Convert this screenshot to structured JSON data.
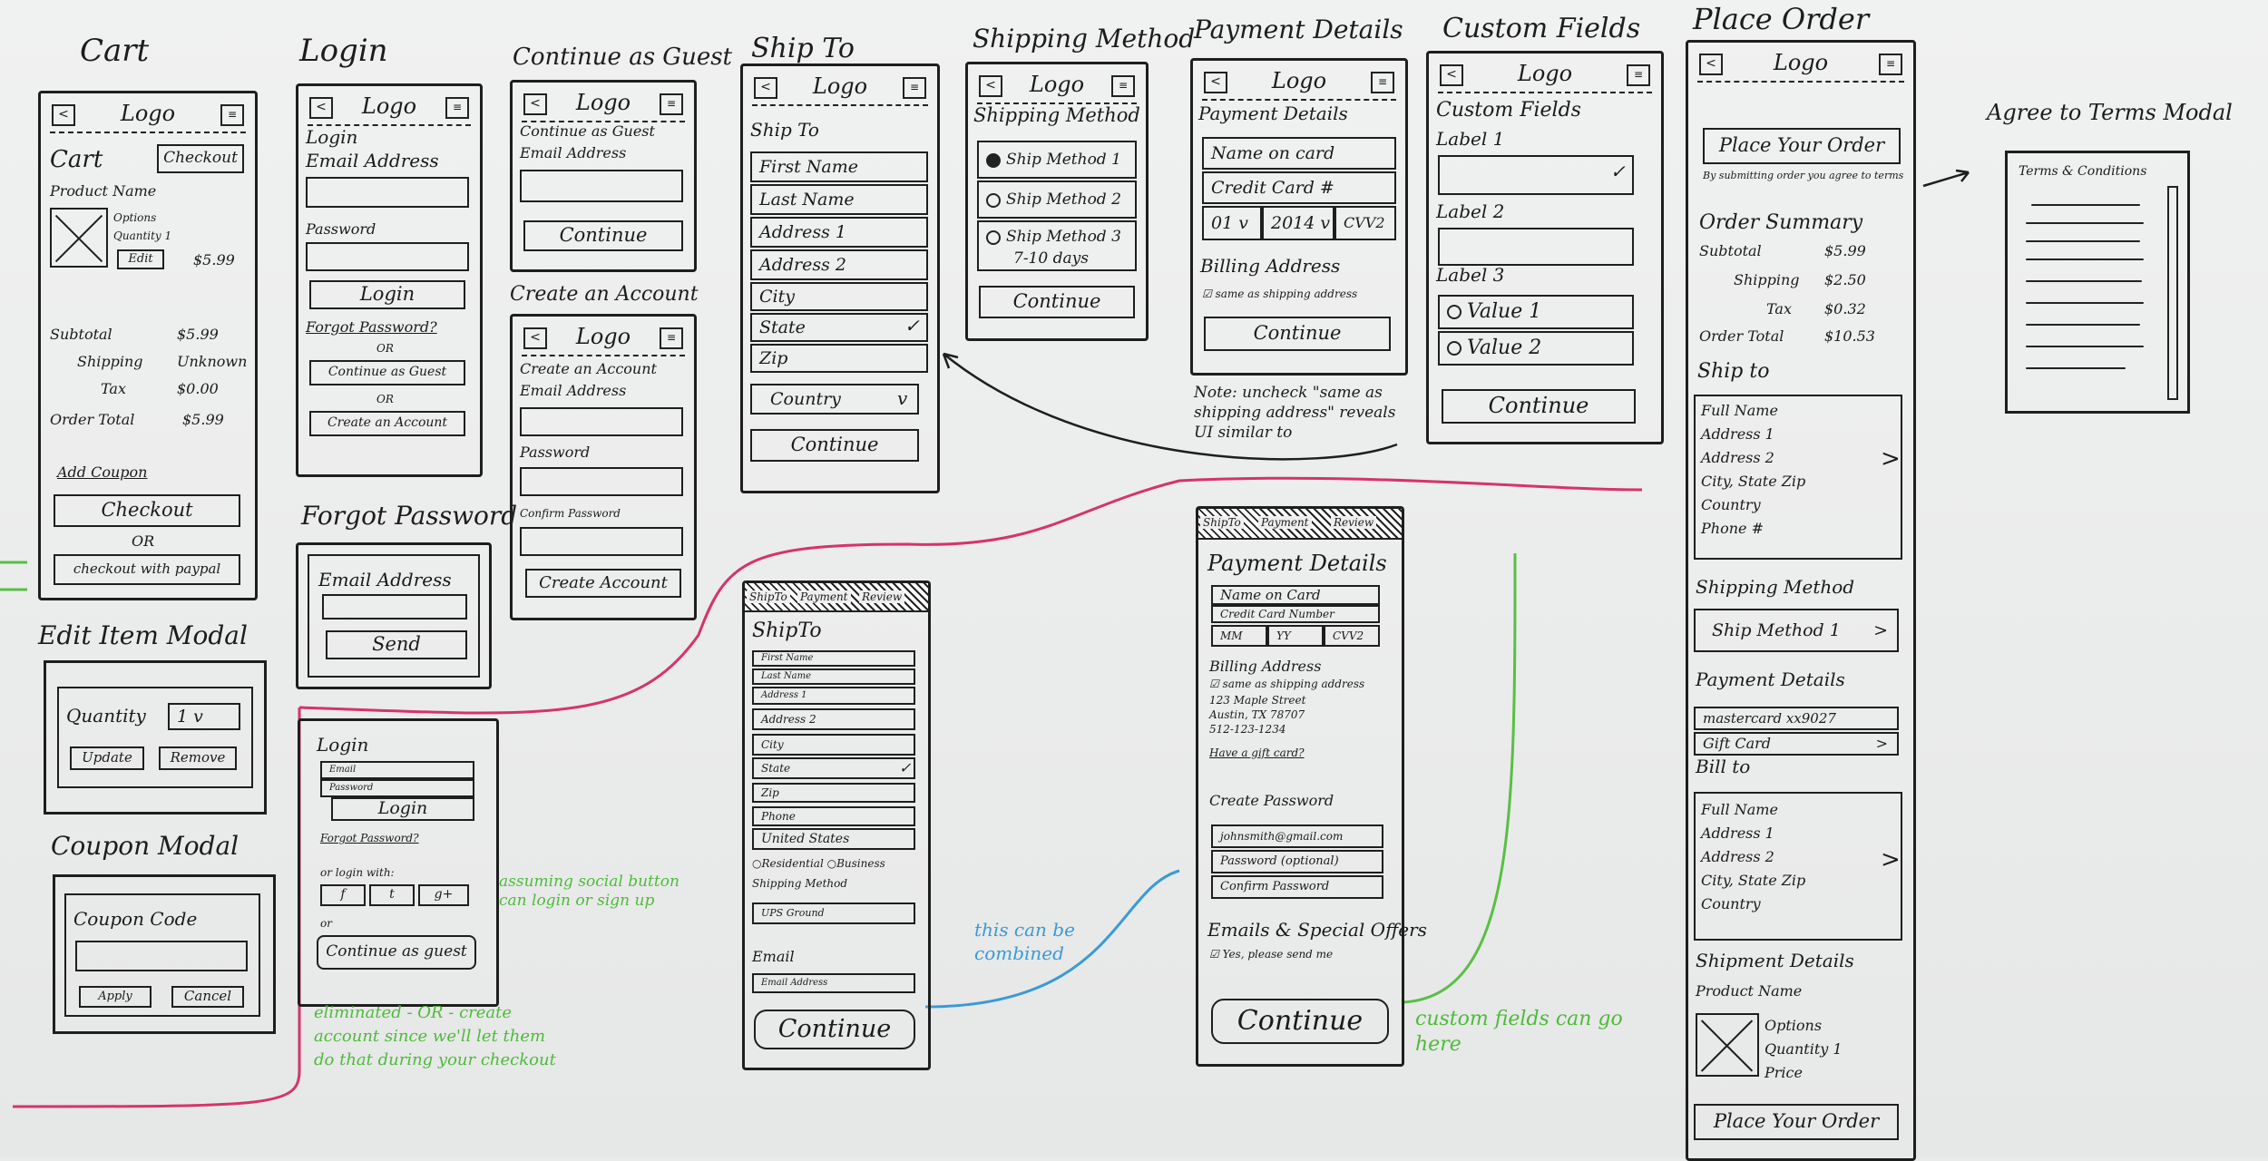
{
  "titles": {
    "cart": "Cart",
    "login": "Login",
    "guest": "Continue as Guest",
    "ship_to": "Ship To",
    "shipping_method": "Shipping Method",
    "payment_details": "Payment Details",
    "custom_fields": "Custom Fields",
    "place_order": "Place Order",
    "agree_terms": "Agree to Terms Modal",
    "create_account_sec": "Create an Account",
    "forgot_password": "Forgot Password",
    "edit_item": "Edit Item Modal",
    "coupon_modal": "Coupon Modal"
  },
  "common": {
    "logo": "Logo",
    "back": "<",
    "menu": "≡"
  },
  "cart": {
    "heading": "Cart",
    "checkout_top": "Checkout",
    "product": "Product Name",
    "options": "Options",
    "quantity": "Quantity 1",
    "edit": "Edit",
    "price": "$5.99",
    "subtotal_l": "Subtotal",
    "subtotal_v": "$5.99",
    "shipping_l": "Shipping",
    "shipping_v": "Unknown",
    "tax_l": "Tax",
    "tax_v": "$0.00",
    "total_l": "Order Total",
    "total_v": "$5.99",
    "add_coupon": "Add Coupon",
    "checkout": "Checkout",
    "or": "OR",
    "paypal": "checkout with paypal"
  },
  "login": {
    "heading": "Login",
    "email": "Email Address",
    "password": "Password",
    "login_btn": "Login",
    "forgot": "Forgot Password?",
    "or1": "OR",
    "guest_btn": "Continue as Guest",
    "or2": "OR",
    "create_btn": "Create an Account"
  },
  "forgot": {
    "email": "Email Address",
    "send": "Send"
  },
  "guest": {
    "heading": "Continue as Guest",
    "email": "Email Address",
    "continue": "Continue"
  },
  "create": {
    "heading": "Create an Account",
    "email": "Email Address",
    "password": "Password",
    "confirm": "Confirm Password",
    "btn": "Create Account"
  },
  "shipto": {
    "heading": "Ship To",
    "fields": [
      "First Name",
      "Last Name",
      "Address 1",
      "Address 2",
      "City",
      "State",
      "Zip"
    ],
    "country": "Country",
    "continue": "Continue"
  },
  "method": {
    "heading": "Shipping Method",
    "m1": "Ship Method 1",
    "m2": "Ship Method 2",
    "m3": "Ship Method 3",
    "m3b": "7-10 days",
    "continue": "Continue"
  },
  "payment": {
    "heading": "Payment Details",
    "name": "Name on card",
    "cc": "Credit Card #",
    "mm": "01 v",
    "yy": "2014 v",
    "cvv": "CVV2",
    "billing": "Billing Address",
    "same": "same as shipping address",
    "continue": "Continue",
    "note": "Note: uncheck \"same as shipping address\" reveals UI similar to"
  },
  "custom": {
    "heading": "Custom Fields",
    "label1": "Label 1",
    "label2": "Label 2",
    "label3": "Label 3",
    "value1": "Value 1",
    "value2": "Value 2",
    "continue": "Continue"
  },
  "place": {
    "place_btn": "Place Your Order",
    "agree": "By submitting order you agree to terms",
    "summary": "Order Summary",
    "subtotal_l": "Subtotal",
    "subtotal_v": "$5.99",
    "shipping_l": "Shipping",
    "shipping_v": "$2.50",
    "tax_l": "Tax",
    "tax_v": "$0.32",
    "total_l": "Order Total",
    "total_v": "$10.53",
    "shipto": "Ship to",
    "addr": [
      "Full Name",
      "Address 1",
      "Address 2",
      "City, State Zip",
      "Country",
      "Phone #"
    ],
    "method": "Shipping Method",
    "method_v": "Ship Method 1",
    "payment": "Payment Details",
    "mastercard": "mastercard xx9027",
    "gift": "Gift Card",
    "billto": "Bill to",
    "billaddr": [
      "Full Name",
      "Address 1",
      "Address 2",
      "City, State Zip",
      "Country"
    ],
    "shipment": "Shipment Details",
    "product": "Product Name",
    "options": "Options",
    "qty": "Quantity 1",
    "price": "Price",
    "place_btn2": "Place Your Order"
  },
  "terms": {
    "heading": "Terms & Conditions"
  },
  "edit_modal": {
    "quantity": "Quantity",
    "qty_v": "1 v",
    "update": "Update",
    "remove": "Remove"
  },
  "coupon": {
    "code": "Coupon Code",
    "apply": "Apply",
    "cancel": "Cancel"
  },
  "login2": {
    "heading": "Login",
    "email": "Email",
    "password": "Password",
    "btn": "Login",
    "forgot": "Forgot Password?",
    "social": "or login with:",
    "f": "f",
    "t": "t",
    "g": "g+",
    "or": "or",
    "guest": "Continue as guest"
  },
  "shipto2": {
    "tab1": "ShipTo",
    "tab2": "Payment",
    "tab3": "Review",
    "heading": "ShipTo",
    "fields": [
      "First Name",
      "Last Name",
      "Address 1",
      "Address 2",
      "City",
      "State",
      "Zip",
      "Phone"
    ],
    "country": "United States",
    "residential": "Residential",
    "business": "Business",
    "method": "Shipping Method",
    "method_v": "UPS Ground",
    "email_l": "Email",
    "email_ph": "Email Address",
    "continue": "Continue"
  },
  "pay2": {
    "tab1": "ShipTo",
    "tab2": "Payment",
    "tab3": "Review",
    "heading": "Payment Details",
    "name": "Name on Card",
    "cc": "Credit Card Number",
    "mm": "MM",
    "yy": "YY",
    "cvv": "CVV2",
    "billing": "Billing Address",
    "same": "same as shipping address",
    "addr": [
      "123 Maple Street",
      "Austin, TX 78707",
      "512-123-1234"
    ],
    "gift": "Have a gift card?",
    "create_pw": "Create Password",
    "email_v": "johnsmith@gmail.com",
    "pw": "Password (optional)",
    "confirm": "Confirm Password",
    "emails": "Emails & Special Offers",
    "yes": "Yes, please send me",
    "continue": "Continue"
  },
  "notes": {
    "social": "assuming social button can login or sign up",
    "eliminated": "eliminated - OR - create account since we'll let them do that during your checkout",
    "combined": "this can be combined",
    "custom": "custom fields can go here"
  },
  "colors": {
    "pink": "#d6336c",
    "green": "#57c043",
    "blue": "#3a9ad6"
  }
}
